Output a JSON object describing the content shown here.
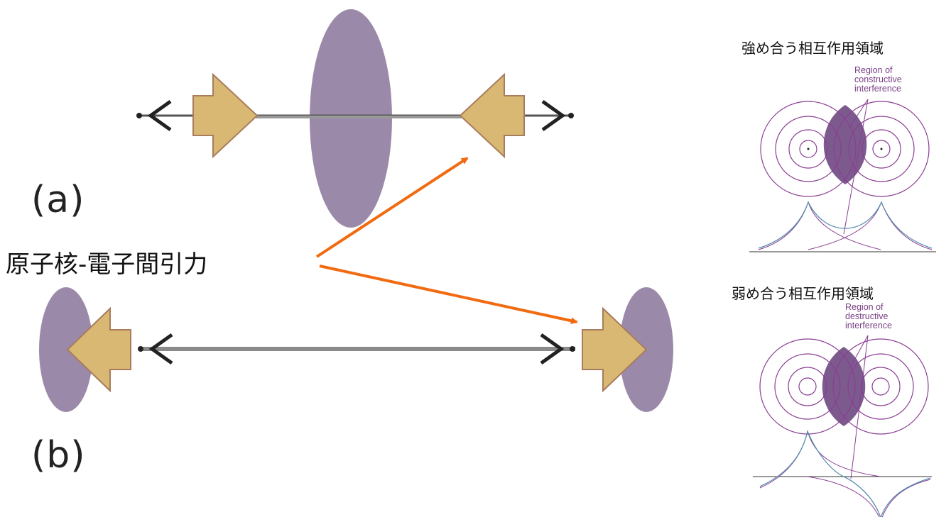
{
  "left_panel": {
    "label_a": "(a)",
    "label_b": "(b)",
    "attraction_label": "原子核-電子間引力"
  },
  "right_panel": {
    "constructive": {
      "title": "強め合う相互作用領域",
      "region_label": [
        "Region of",
        "constructive",
        "interference"
      ]
    },
    "destructive": {
      "title": "弱め合う相互作用領域",
      "region_label": [
        "Region of",
        "destructive",
        "interference"
      ]
    }
  },
  "colors": {
    "electron_cloud": "#9b89aa",
    "force_arrow_fill": "#d9b873",
    "force_arrow_stroke": "#a87c5c",
    "pointer_arrow": "#f26a10",
    "wave_circle": "#8a3d92",
    "overlap_fill": "#7d5a8e",
    "wave_curve_blue": "#5b8fb0"
  },
  "icons": [
    "nucleus-dot",
    "arrowhead-chevron",
    "block-force-arrow",
    "pointer-arrow"
  ]
}
